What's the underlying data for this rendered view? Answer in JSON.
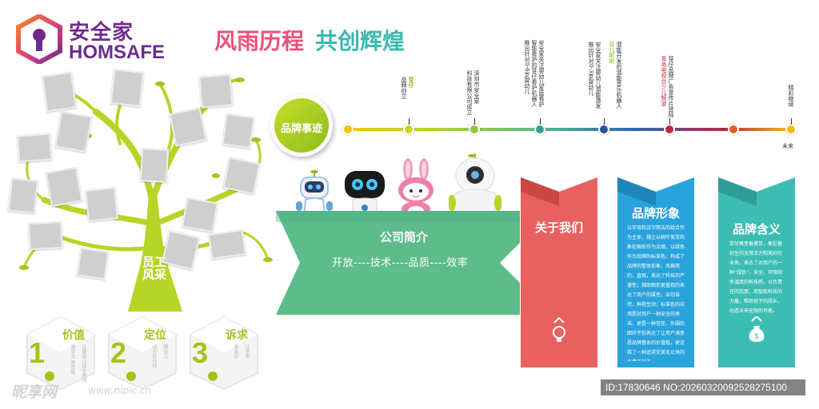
{
  "logo": {
    "cn": "安全家",
    "en": "HOMSAFE"
  },
  "headline": {
    "part1": "风雨历程",
    "part2": "共创辉煌"
  },
  "tree": {
    "label": "员工风采"
  },
  "badges": [
    {
      "num": "1",
      "title": "价值",
      "line1": "让婴幼儿成长更快",
      "line2": "更安全 更智能"
    },
    {
      "num": "2",
      "title": "定位",
      "line1": "婴幼儿",
      "line2": "成长好伙伴"
    },
    {
      "num": "3",
      "title": "诉求",
      "line1": "让宝宝",
      "line2": "更美好"
    }
  ],
  "timeline": {
    "label": "品牌事迹",
    "events": [
      {
        "lines": [
          "芽仔",
          "品牌创立"
        ]
      },
      {
        "lines": [
          "深圳市安全家",
          "科技有限公司成立"
        ]
      },
      {
        "lines": [
          "安全家关注婴幼儿家庭看护",
          "智能看护的芽仔看护机器人",
          "推出针对0-6岁婴幼儿"
        ]
      },
      {
        "lines": [
          "安全家关注婴幼儿潜能激发",
          "推出针对0-3岁婴幼儿"
        ]
      },
      {
        "lines": [
          "潜能开发的潜能音乐机器人",
          "芽儿斯斯"
        ]
      },
      {
        "lines": [
          "芽仔品牌广告宣传片登陆",
          "青岛电视台少儿频道"
        ]
      },
      {
        "lines": [
          "精彩继续"
        ]
      }
    ],
    "end_label": "未来"
  },
  "intro": {
    "title": "公司简介",
    "subtitle": "开放----技术----品质----效率"
  },
  "about": {
    "title": "关于我们"
  },
  "brand_image": {
    "title": "品牌形象",
    "body": "以字母和汉字简洁的组合作为主体，辅之以树叶发芽的象征图形作为点缀，以绿色作为品牌的标准色，构成了品牌的整体形象，风格简约，直观，表达了科技的严谨性；辅助图形更直观的表达了用户的属性，亲切自然，鲜艳生动；标准色的应用是对用户一种安全的承诺，更是一种信任，外围的图环不仅表达了让用户满意是品牌基本的价值观，更诠释了一种追求完美无止境的负责任的态"
  },
  "brand_meaning": {
    "title": "品牌含义",
    "body": "芽仔寓意着嫩芽，象征着初生的无限活力和美好的未来。表达了对用户的一种“绿色”、安全、环保和有温度的科技感，以负责任的态度，用智能科技的力量，帮助孩子的成长，创造未来无限的可能。"
  },
  "footer": {
    "mark": "昵享网",
    "url": "www.nipic.cn",
    "id": "ID:17830646 NO:20260320092528275100"
  },
  "colors": {
    "purple": "#6e2b8e",
    "green": "#5dbc8a",
    "red": "#e8605f",
    "blue": "#2aa3dd",
    "teal": "#3cbdb3",
    "lime": "#a7c21b"
  }
}
